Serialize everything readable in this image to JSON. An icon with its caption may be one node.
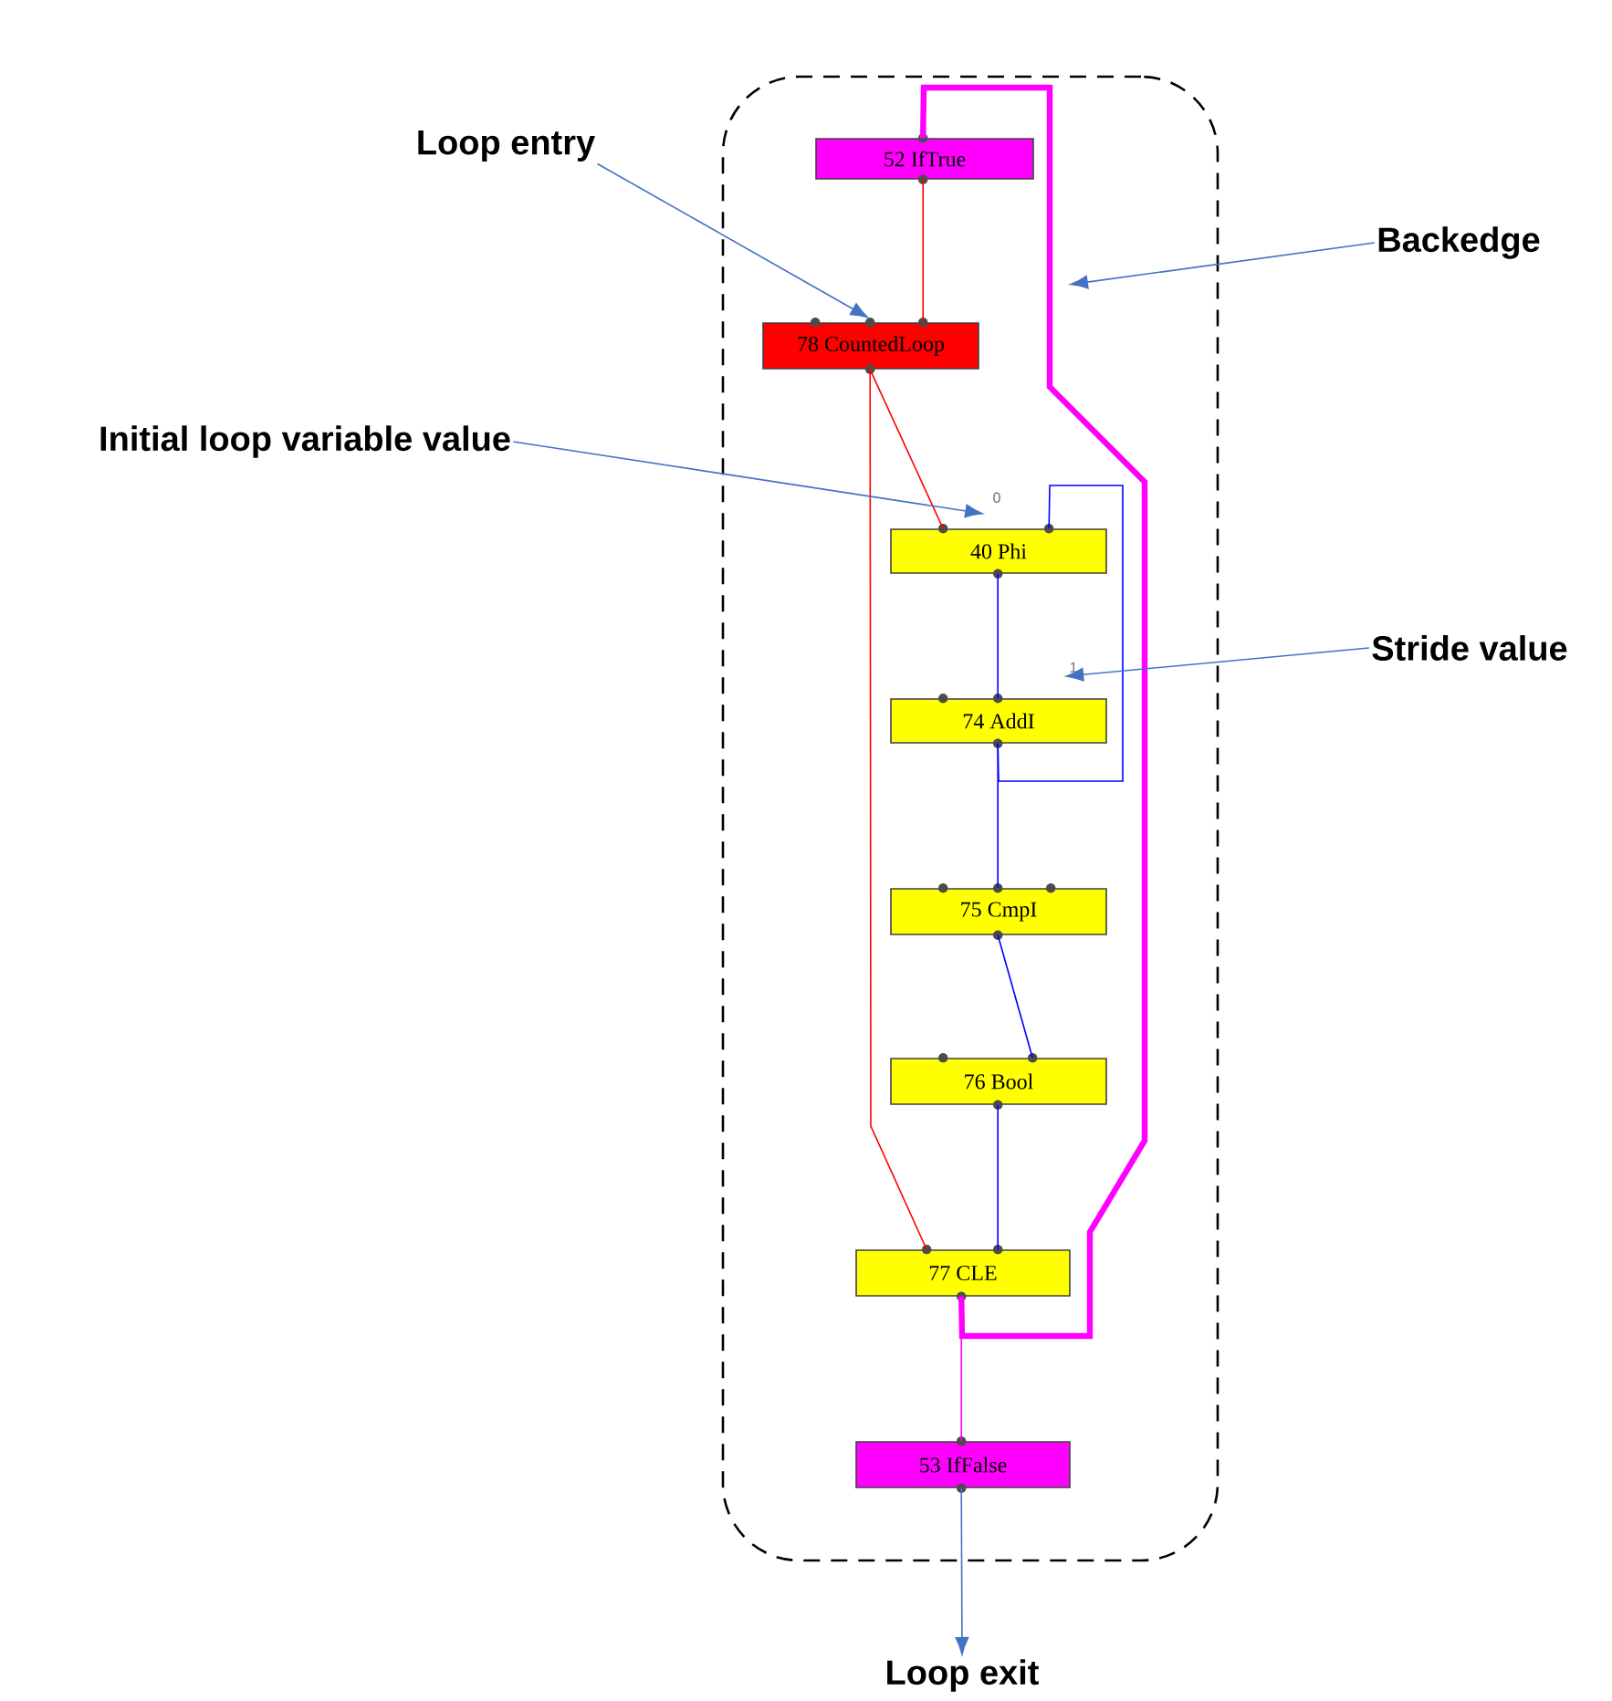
{
  "diagram": {
    "nodes": [
      {
        "text": [],
        "shape": "box"
      },
      {
        "text": [
          "52 IfTrue"
        ],
        "in": 0
      },
      {
        "text": [
          "78 CountedLoop"
        ],
        "in": 0
      },
      {
        "text": [
          "40 Phi"
        ],
        "in": 0,
        "beside": [
          "0"
        ]
      },
      {
        "text": [
          "74 AddI"
        ],
        "in": 0,
        "beside": [
          "1"
        ]
      },
      {
        "text": [
          "75 CmpI"
        ],
        "in": 0
      },
      {
        "text": [
          "76 Bool"
        ],
        "in": 0
      },
      {
        "text": [
          "77 CLE"
        ],
        "in": 0
      },
      {
        "text": [
          "53 IfFalse"
        ],
        "in": 0
      },
      {
        "text": [
          "Loop entry"
        ]
      },
      {
        "text": [
          "Backedge"
        ]
      },
      {
        "text": [
          "Initial loop variable value"
        ]
      },
      {
        "text": [
          "Stride value"
        ]
      },
      {
        "text": [
          "Loop exit"
        ]
      }
    ],
    "edges": [
      {
        "from": 1,
        "to": 2,
        "arrow": "none",
        "color": "#ff0000"
      },
      {
        "from": 2,
        "to": 3,
        "arrow": "none",
        "color": "#ff0000"
      },
      {
        "from": 2,
        "to": 7,
        "arrow": "none",
        "color": "#ff0000"
      },
      {
        "from": 3,
        "to": 4,
        "arrow": "none",
        "color": "#0000ff"
      },
      {
        "from": 4,
        "to": 3,
        "arrow": "none",
        "color": "#0000ff"
      },
      {
        "from": 4,
        "to": 5,
        "arrow": "none",
        "color": "#0000ff"
      },
      {
        "from": 5,
        "to": 6,
        "arrow": "none",
        "color": "#0000ff"
      },
      {
        "from": 6,
        "to": 7,
        "arrow": "none",
        "color": "#0000ff"
      },
      {
        "from": 7,
        "to": 1,
        "arrow": "none",
        "style": "thick",
        "color": "#ff00ff"
      },
      {
        "from": 7,
        "to": 8,
        "arrow": "none",
        "color": "#ff00ff"
      },
      {
        "from": 9,
        "to": 2,
        "arrow": "to",
        "color": "#4472c4"
      },
      {
        "from": 10,
        "to": null,
        "arrow": "to",
        "color": "#4472c4"
      },
      {
        "from": 11,
        "to": 3,
        "arrow": "to",
        "color": "#4472c4"
      },
      {
        "from": 12,
        "to": 4,
        "arrow": "to",
        "color": "#4472c4"
      },
      {
        "from": 8,
        "to": 13,
        "arrow": "to",
        "color": "#4472c4"
      }
    ]
  }
}
